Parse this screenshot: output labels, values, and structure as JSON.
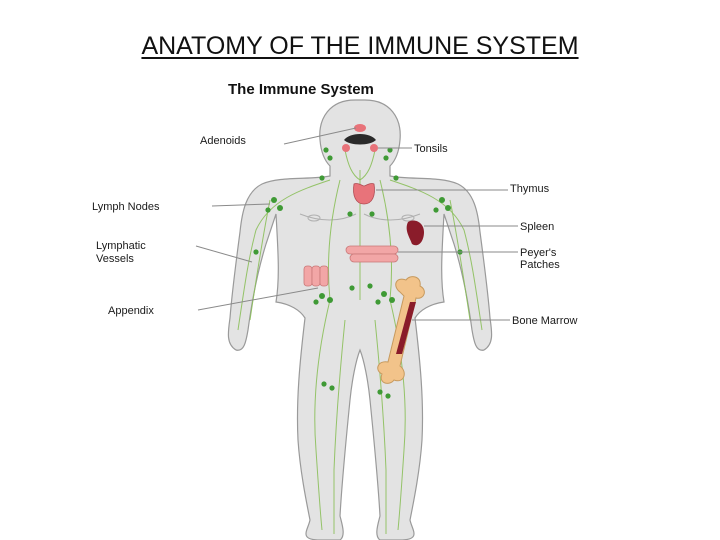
{
  "slide": {
    "title": "ANATOMY OF THE IMMUNE SYSTEM"
  },
  "diagram": {
    "title": "The Immune System",
    "labels": {
      "adenoids": "Adenoids",
      "tonsils": "Tonsils",
      "thymus": "Thymus",
      "lymph_nodes": "Lymph Nodes",
      "spleen": "Spleen",
      "lymphatic_vessels_line1": "Lymphatic",
      "lymphatic_vessels_line2": "Vessels",
      "peyers_patches_line1": "Peyer's",
      "peyers_patches_line2": "Patches",
      "appendix": "Appendix",
      "bone_marrow": "Bone Marrow"
    },
    "colors": {
      "skin": "#e3e3e3",
      "outline": "#9a9a9a",
      "vessels": "#8bbf5a",
      "nodes": "#3f9a35",
      "thymus": "#e8737a",
      "spleen": "#8a1c2a",
      "intestine": "#f2a6a6",
      "bone": "#f2c38a",
      "marrow": "#8a1c2a"
    }
  }
}
